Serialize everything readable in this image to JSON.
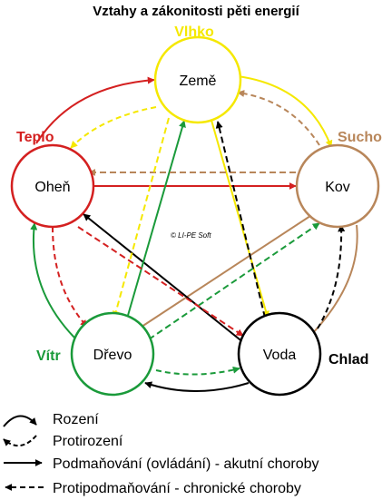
{
  "title": "Vztahy a zákonitosti pěti energií",
  "copyright": "© LI-PE Soft",
  "colors": {
    "earth": "#f5e800",
    "fire": "#d42020",
    "metal": "#b8865a",
    "water": "#000000",
    "wood": "#1a9a3a"
  },
  "elements": {
    "earth": {
      "label": "Země",
      "quality": "Vlhko"
    },
    "fire": {
      "label": "Oheň",
      "quality": "Teplo"
    },
    "metal": {
      "label": "Kov",
      "quality": "Sucho"
    },
    "water": {
      "label": "Voda",
      "quality": "Chlad"
    },
    "wood": {
      "label": "Dřevo",
      "quality": "Vítr"
    }
  },
  "legend": [
    {
      "text": "Rození",
      "style": "curve-solid"
    },
    {
      "text": "Protirození",
      "style": "curve-dashed"
    },
    {
      "text": "Podmaňování (ovládání) - akutní choroby",
      "style": "line-solid"
    },
    {
      "text": "Protipodmaňování - chronické choroby",
      "style": "line-dashed"
    }
  ]
}
